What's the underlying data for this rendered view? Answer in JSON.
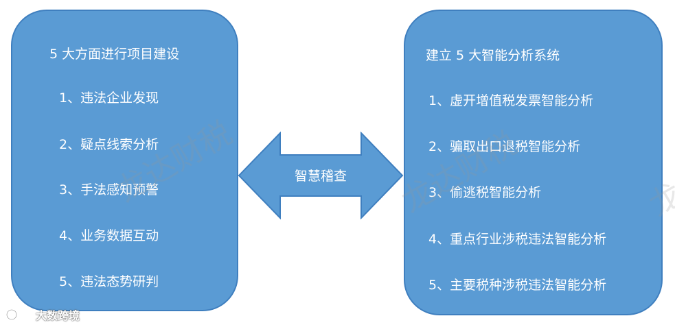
{
  "left_box": {
    "title": "5 大方面进行项目建设",
    "items": [
      "1、违法企业发现",
      "2、疑点线索分析",
      "3、手法感知预警",
      "4、业务数据互动",
      "5、违法态势研判"
    ]
  },
  "arrow": {
    "label": "智慧稽查"
  },
  "right_box": {
    "title": "建立 5 大智能分析系统",
    "items": [
      "1、虚开增值税发票智能分析",
      "2、骗取出口退税智能分析",
      "3、偷逃税智能分析",
      "4、重点行业涉税违法智能分析",
      "5、主要税种涉税违法智能分析"
    ]
  },
  "watermark": {
    "text_1": "龙达财税",
    "text_2": "龙达财税",
    "text_3": "龙"
  },
  "corner_logo": {
    "text": "大数跨境"
  },
  "colors": {
    "box_fill": "#5a9bd4",
    "box_border": "#3f7fbf",
    "text": "#ffffff"
  }
}
